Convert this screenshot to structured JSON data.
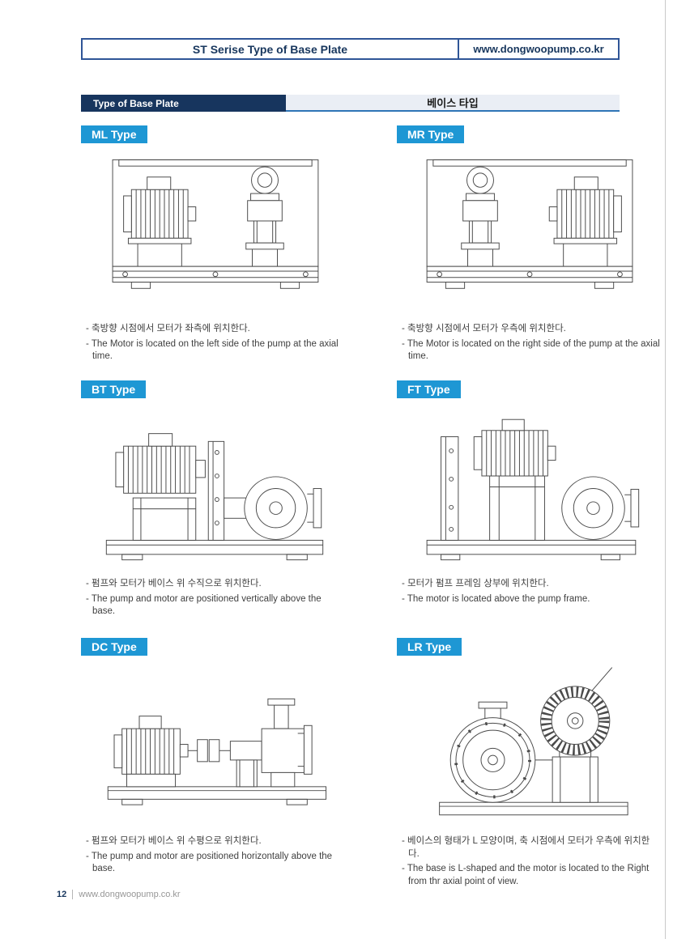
{
  "page": {
    "header": {
      "title": "ST Serise Type of Base Plate",
      "website": "www.dongwoopump.co.kr"
    },
    "section": {
      "label_en": "Type of Base Plate",
      "label_ko": "베이스 타입"
    },
    "types": [
      {
        "label": "ML Type",
        "desc_ko": "- 축방향 시점에서 모터가 좌측에 위치한다.",
        "desc_en": "- The Motor is located on the left side of the pump at the axial time."
      },
      {
        "label": "MR Type",
        "desc_ko": "- 축방향 시점에서 모터가 우측에 위치한다.",
        "desc_en": "- The Motor is located on the right side of the pump at the axial time."
      },
      {
        "label": "BT Type",
        "desc_ko": "- 펌프와 모터가 베이스 위 수직으로 위치한다.",
        "desc_en": "- The pump and motor are positioned vertically above the base."
      },
      {
        "label": "FT Type",
        "desc_ko": "- 모터가 펌프 프레임 상부에 위치한다.",
        "desc_en": "- The motor is located above the pump frame."
      },
      {
        "label": "DC Type",
        "desc_ko": "- 펌프와 모터가 베이스 위 수평으로 위치한다.",
        "desc_en": "- The pump and motor are positioned horizontally above the base."
      },
      {
        "label": "LR Type",
        "desc_ko": "- 베이스의 형태가 L 모양이며, 축 시점에서 모터가 우측에 위치한다.",
        "desc_en": "- The base is L-shaped and the motor is located to the Right from thr axial point of view."
      }
    ],
    "footer": {
      "page_number": "12",
      "website": "www.dongwoopump.co.kr"
    },
    "colors": {
      "accent_blue": "#1e97d4",
      "navy": "#17355e",
      "border_blue": "#2f5597"
    }
  }
}
